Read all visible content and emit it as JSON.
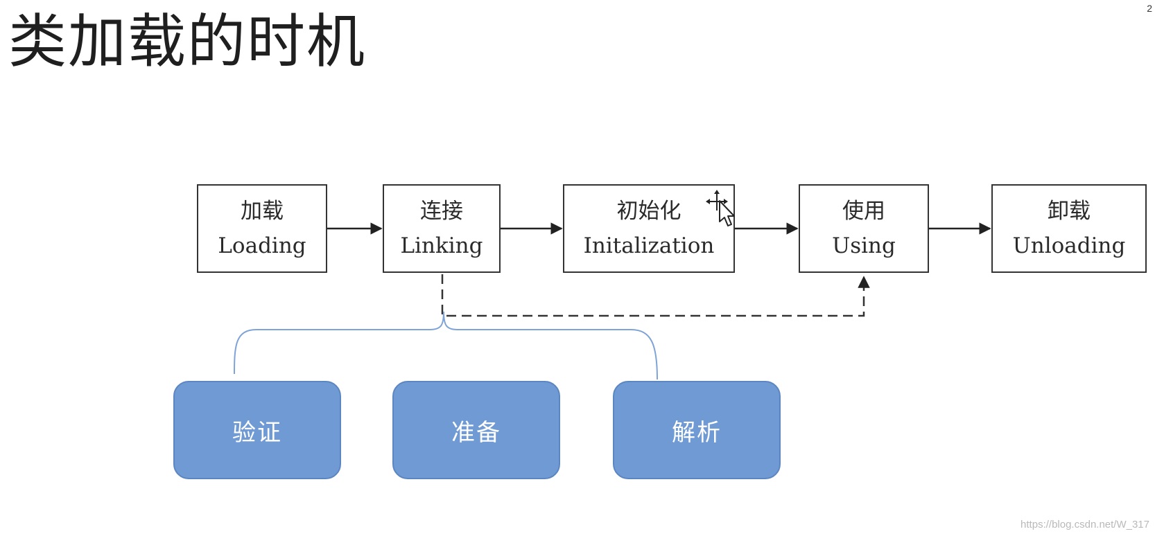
{
  "title": "类加载的时机",
  "corner_mark": "2",
  "watermark": "https://blog.csdn.net/W_317",
  "stages": [
    {
      "cn": "加载",
      "en": "Loading"
    },
    {
      "cn": "连接",
      "en": "Linking"
    },
    {
      "cn": "初始化",
      "en": "Initalization"
    },
    {
      "cn": "使用",
      "en": "Using"
    },
    {
      "cn": "卸载",
      "en": "Unloading"
    }
  ],
  "linking_substeps": [
    "验证",
    "准备",
    "解析"
  ],
  "colors": {
    "substep_fill": "#6f9ad3",
    "bracket_line": "#7fa3d6",
    "box_border": "#333333"
  },
  "icons": [
    "move-cursor-icon"
  ]
}
